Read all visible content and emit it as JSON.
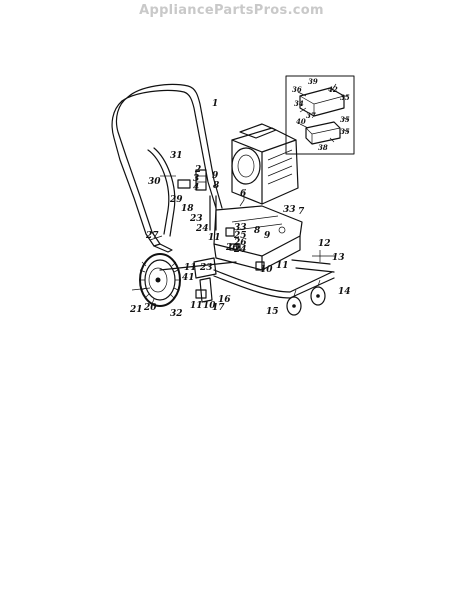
{
  "header": {
    "watermark": "AppliancePartsPros.com"
  },
  "diagram": {
    "callouts": [
      "1",
      "2",
      "3",
      "4",
      "9",
      "8",
      "18",
      "31",
      "30",
      "29",
      "27",
      "23",
      "24",
      "33",
      "25",
      "26",
      "7",
      "6",
      "11",
      "10",
      "12",
      "13",
      "14",
      "15",
      "16",
      "17",
      "41",
      "20",
      "21",
      "32",
      "36",
      "34",
      "39",
      "35",
      "37",
      "40",
      "38",
      "42"
    ]
  }
}
